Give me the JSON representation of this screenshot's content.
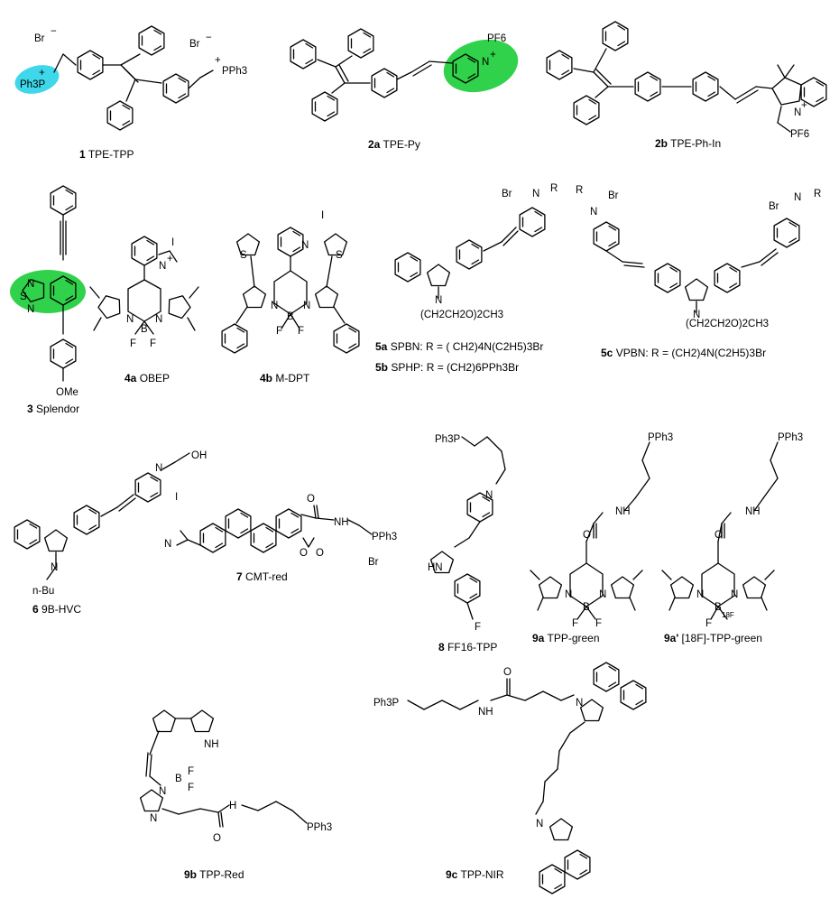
{
  "compounds": [
    {
      "number": "1",
      "name": "TPE-TPP"
    },
    {
      "number": "2a",
      "name": "TPE-Py"
    },
    {
      "number": "2b",
      "name": "TPE-Ph-In"
    },
    {
      "number": "3",
      "name": "Splendor"
    },
    {
      "number": "4a",
      "name": "OBEP"
    },
    {
      "number": "4b",
      "name": "M-DPT"
    },
    {
      "number": "5a",
      "name": "SPBN: R = ( CH2)4N(C2H5)3Br"
    },
    {
      "number": "5b",
      "name": "SPHP: R = (CH2)6PPh3Br"
    },
    {
      "number": "5c",
      "name": "VPBN: R = (CH2)4N(C2H5)3Br"
    },
    {
      "number": "6",
      "name": "9B-HVC"
    },
    {
      "number": "7",
      "name": "CMT-red"
    },
    {
      "number": "8",
      "name": "FF16-TPP"
    },
    {
      "number": "9a",
      "name": "TPP-green"
    },
    {
      "number": "9a'",
      "name": "[18F]-TPP-green"
    },
    {
      "number": "9b",
      "name": "TPP-Red"
    },
    {
      "number": "9c",
      "name": "TPP-NIR"
    }
  ],
  "atoms": {
    "br": "Br",
    "minus": "−",
    "plus": "+",
    "pph3": "PPh3",
    "ph3p": "Ph3P",
    "n": "N",
    "s": "S",
    "b": "B",
    "f": "F",
    "o": "O",
    "i": "I",
    "r": "R",
    "pf6": "PF6",
    "ome": "OMe",
    "oh": "OH",
    "nh": "NH",
    "hn": "HN",
    "h": "H",
    "nbu": "n-Bu",
    "peg": "(CH2CH2O)2CH3",
    "f18": "18F"
  },
  "colors": {
    "highlight_cyan": "#3fd7ea",
    "highlight_green": "#2fd24a"
  }
}
